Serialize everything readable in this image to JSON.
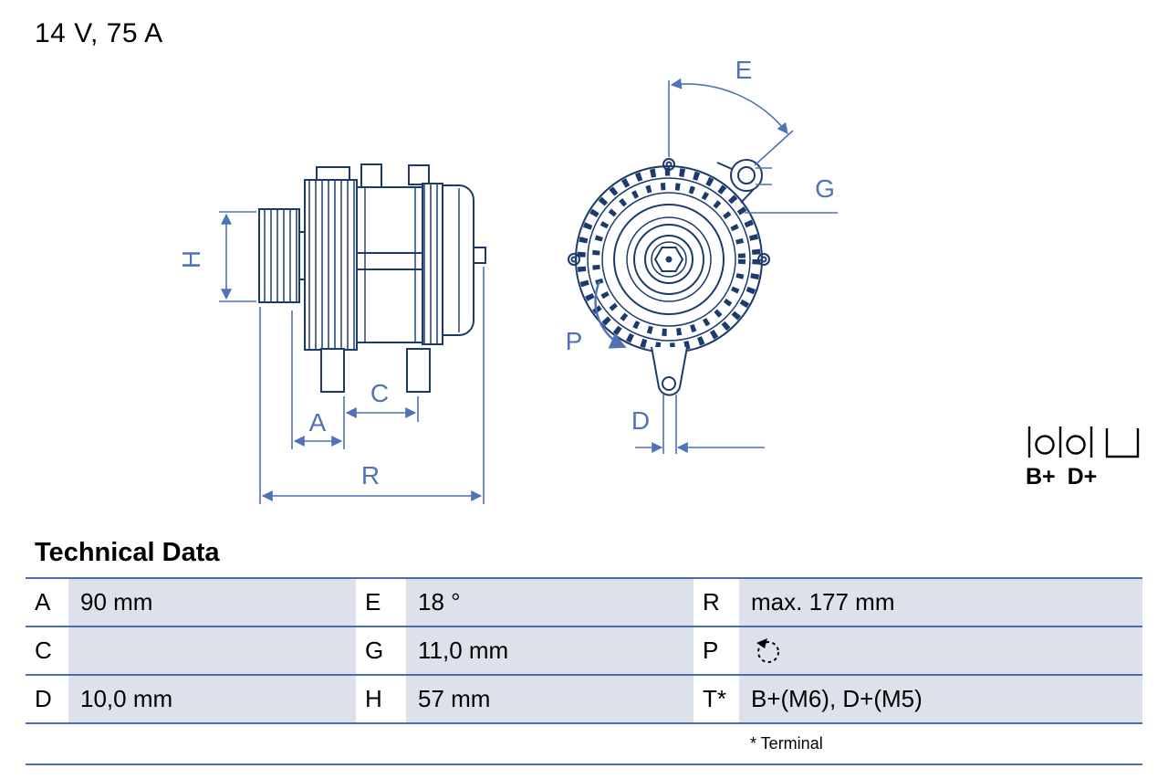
{
  "header": {
    "rating": "14 V, 75 A"
  },
  "drawing": {
    "labels": {
      "H": "H",
      "A": "A",
      "C": "C",
      "R": "R",
      "E": "E",
      "G": "G",
      "P": "P",
      "D": "D"
    },
    "terminal_label": "B+ D+"
  },
  "technical_data": {
    "heading": "Technical Data",
    "rows": [
      {
        "c1k": "A",
        "c1v": "90 mm",
        "c2k": "E",
        "c2v": "18 °",
        "c3k": "R",
        "c3v": "max. 177 mm"
      },
      {
        "c1k": "C",
        "c1v": "",
        "c2k": "G",
        "c2v": "11,0 mm",
        "c3k": "P",
        "c3v": ""
      },
      {
        "c1k": "D",
        "c1v": "10,0 mm",
        "c2k": "H",
        "c2v": "57 mm",
        "c3k": "T*",
        "c3v": "B+(M6), D+(M5)"
      }
    ],
    "footnote": "* Terminal"
  },
  "colors": {
    "drawing_stroke": "#1d3a6c",
    "dimension_stroke": "#4f72b8",
    "table_line": "#4a6fb0",
    "value_cell_bg": "#dde2ea",
    "text": "#000000"
  }
}
